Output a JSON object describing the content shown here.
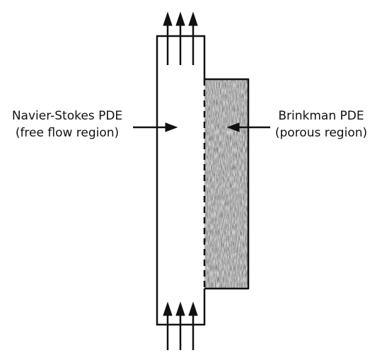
{
  "labels": {
    "free_flow": {
      "line1": "Navier-Stokes PDE",
      "line2": "(free flow region)"
    },
    "porous": {
      "line1": "Brinkman PDE",
      "line2": "(porous region)"
    }
  },
  "colors": {
    "ink": "#111111",
    "porous_fill": "#d4d4d4"
  }
}
